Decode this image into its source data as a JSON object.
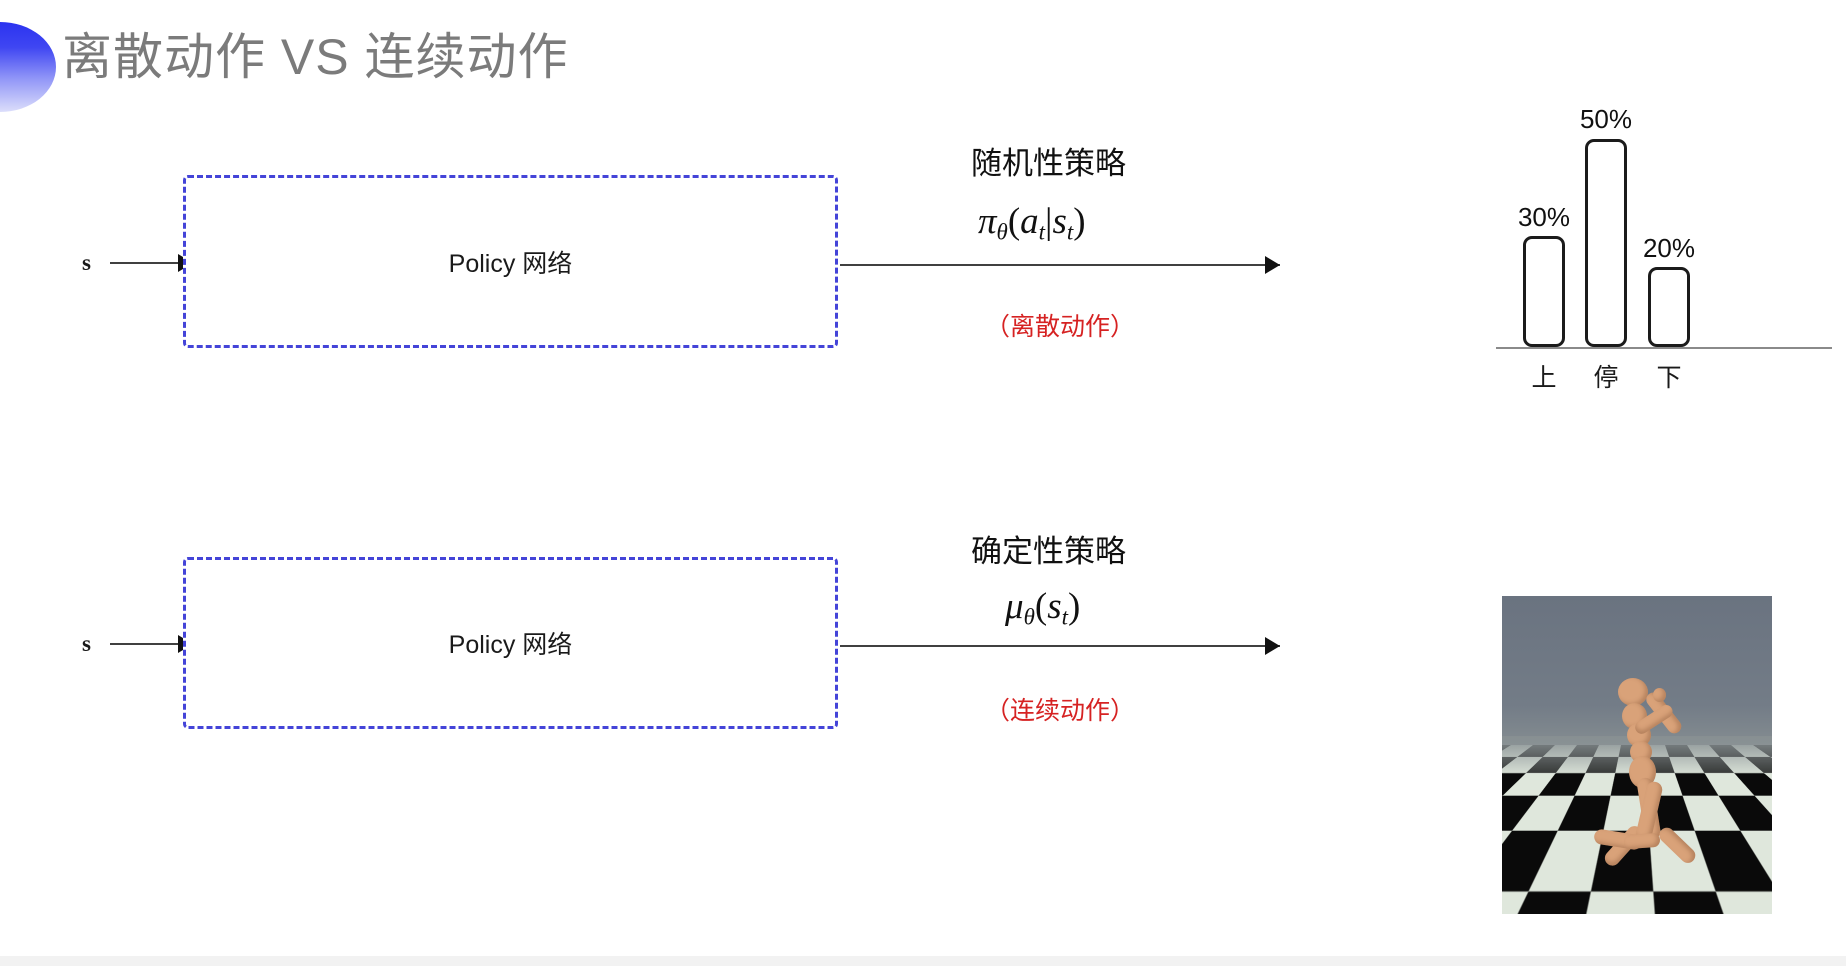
{
  "slide": {
    "title": "离散动作 VS 连续动作",
    "accent_color": "#3a41f1",
    "title_color": "#7b7b7b",
    "highlight_color": "#d62222",
    "box_border_color": "#4444d8"
  },
  "rows": [
    {
      "state_label": "s",
      "box_label": "Policy 网络",
      "policy_kind": "随机性策略",
      "formula_plain": "πθ(at|st)",
      "formula": {
        "fn": "π",
        "sub_fn": "θ",
        "open": "(",
        "arg1": "a",
        "sub1": "t",
        "bar": "|",
        "arg2": "s",
        "sub2": "t",
        "close": ")"
      },
      "action_type": "（离散动作）",
      "output_kind": "bar-chart"
    },
    {
      "state_label": "s",
      "box_label": "Policy 网络",
      "policy_kind": "确定性策略",
      "formula_plain": "μθ(st)",
      "formula": {
        "fn": "μ",
        "sub_fn": "θ",
        "open": "(",
        "arg1": "s",
        "sub1": "t",
        "bar": "",
        "arg2": "",
        "sub2": "",
        "close": ")"
      },
      "action_type": "（连续动作）",
      "output_kind": "humanoid-simulation"
    }
  ],
  "chart_data": {
    "type": "bar",
    "title": "",
    "xlabel": "",
    "ylabel": "",
    "categories": [
      "上",
      "停",
      "下"
    ],
    "values": [
      30,
      50,
      20
    ],
    "value_labels": [
      "30%",
      "50%",
      "20%"
    ],
    "ylim": [
      0,
      60
    ],
    "grid": false,
    "legend": false,
    "bar_fill": "#ffffff",
    "bar_stroke": "#1b1b1b"
  },
  "humanoid": {
    "caption": "",
    "sky_color": "#6d7681",
    "floor_colors": [
      "#0a0a0a",
      "#dfe7dc"
    ],
    "body_color": "#d9a279"
  }
}
